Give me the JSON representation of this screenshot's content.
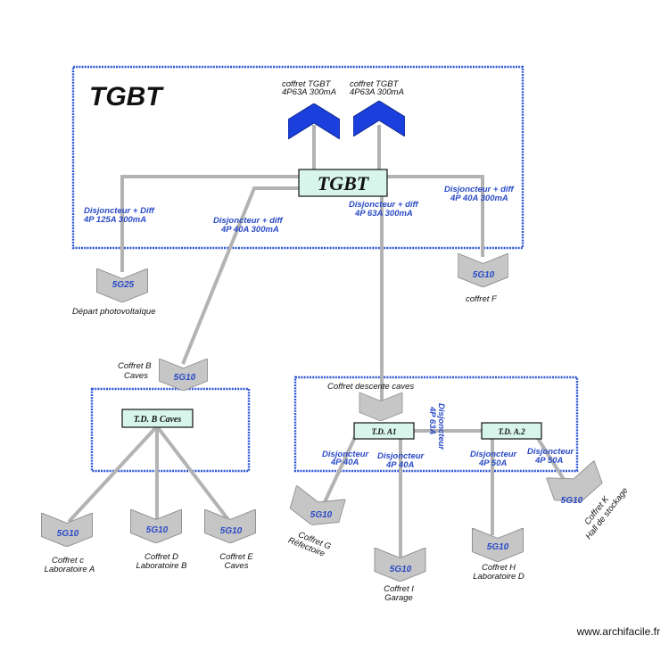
{
  "main_zone": {
    "title": "TGBT"
  },
  "tgbt_box": {
    "label": "TGBT"
  },
  "incoming": [
    {
      "line1": "coffret TGBT",
      "line2": "4P63A 300mA"
    },
    {
      "line1": "coffret TGBT",
      "line2": "4P63A 300mA"
    }
  ],
  "breakers": {
    "left": {
      "line1": "Disjoncteur + Diff",
      "line2": "4P 125A 300mA"
    },
    "mid_left": {
      "line1": "Disjoncteur + diff",
      "line2": "4P 40A 300mA"
    },
    "center": {
      "line1": "Disjoncteur + diff",
      "line2": "4P 63A 300mA"
    },
    "right": {
      "line1": "Disjoncteur + diff",
      "line2": "4P 40A 300mA"
    }
  },
  "connectors": {
    "photovoltaique": {
      "code": "5G25",
      "label": "Départ photovoltaïque"
    },
    "coffret_f": {
      "code": "5G10",
      "label": "coffret F"
    },
    "coffret_b": {
      "code": "5G10",
      "label1": "Coffret B",
      "label2": "Caves"
    },
    "coffret_c": {
      "code": "5G10",
      "label1": "Coffret c",
      "label2": "Laboratoire A"
    },
    "coffret_d": {
      "code": "5G10",
      "label1": "Coffret D",
      "label2": "Laboratoire B"
    },
    "coffret_e": {
      "code": "5G10",
      "label1": "Coffret E",
      "label2": "Caves"
    },
    "coffret_g": {
      "code": "5G10",
      "label1": "Coffret G",
      "label2": "Réfectoire"
    },
    "coffret_i": {
      "code": "5G10",
      "label1": "Coffret I",
      "label2": "Garage"
    },
    "coffret_h": {
      "code": "5G10",
      "label1": "Coffret H",
      "label2": "Laboratoire D"
    },
    "coffret_k": {
      "code": "5G10",
      "label1": "Coffret K",
      "label2": "Hall de stockage"
    }
  },
  "td_b": {
    "label": "T.D. B Caves"
  },
  "descente": {
    "title": "Coffret descente caves",
    "td_a1": "T.D. A1",
    "td_a2": "T.D. A.2",
    "link_breaker": {
      "line1": "Disjoncteur",
      "line2": "4P 63A"
    },
    "b_g": {
      "line1": "Disjoncteur",
      "line2": "4P 40A"
    },
    "b_i": {
      "line1": "Disjoncteur",
      "line2": "4P 40A"
    },
    "b_h": {
      "line1": "Disjoncteur",
      "line2": "4P 50A"
    },
    "b_k": {
      "line1": "Disjoncteur",
      "line2": "4P 50A"
    }
  },
  "watermark": "www.archifacile.fr"
}
